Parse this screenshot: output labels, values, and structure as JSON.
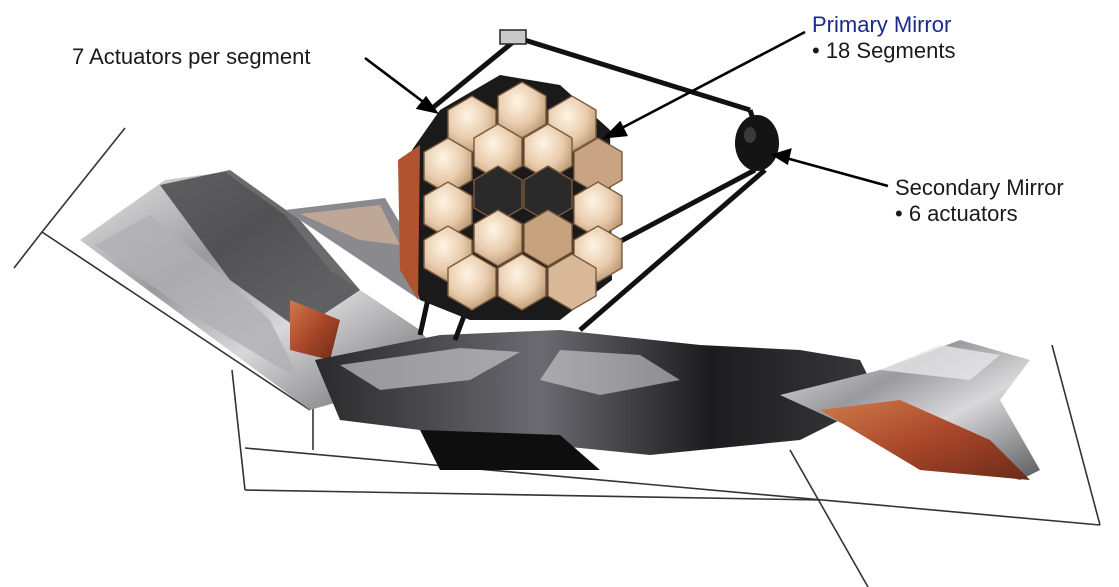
{
  "annotations": {
    "actuators": {
      "title": "7 Actuators per segment"
    },
    "primary": {
      "title": "Primary Mirror",
      "detail": "• 18 Segments"
    },
    "secondary": {
      "title": "Secondary Mirror",
      "detail": "• 6 actuators"
    }
  },
  "colors": {
    "primary_title": "#1b2a8a",
    "mirror_gold": "#e9cfb2",
    "sunshield_copper": "#b85a34",
    "sunshield_silver": "#c9c9cc",
    "structure_dark": "#141414"
  },
  "image": {
    "subject": "segmented-mirror-telescope-with-sunshield"
  }
}
